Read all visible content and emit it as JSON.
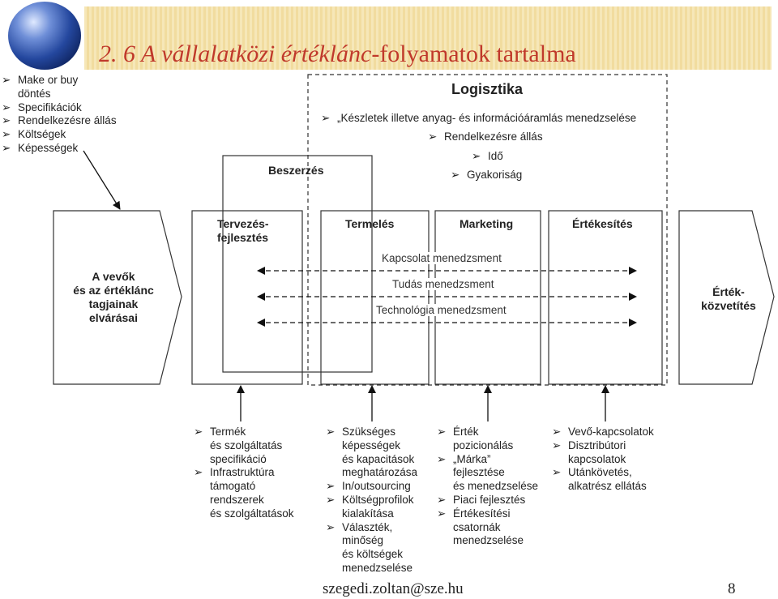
{
  "header": {
    "title_prefix": "2. 6 A vállalatközi értéklánc",
    "title_suffix": "-folyamatok tartalma"
  },
  "make_or_buy": {
    "items": [
      "Make or buy",
      "döntés",
      "Specifikációk",
      "Rendelkezésre állás",
      "Költségek",
      "Képességek"
    ]
  },
  "logistics": {
    "title": "Logisztika",
    "items": [
      "„Készletek illetve anyag- és információáramlás menedzselése",
      "Rendelkezésre állás",
      "Idő",
      "Gyakoriság"
    ]
  },
  "procurement_label": "Beszerzés",
  "customer_box": [
    "A vevők",
    "és az értéklánc",
    "tagjainak",
    "elvárásai"
  ],
  "value_box": [
    "Érték-",
    "közvetítés"
  ],
  "columns": {
    "design": [
      "Tervezés-",
      "fejlesztés"
    ],
    "production": "Termelés",
    "marketing": "Marketing",
    "sales": "Értékesítés"
  },
  "management": [
    "Kapcsolat menedzsment",
    "Tudás menedzsment",
    "Technológia menedzsment"
  ],
  "bottom": {
    "col1": [
      {
        "t": "Termék",
        "b": true
      },
      {
        "t": "és szolgáltatás",
        "b": false
      },
      {
        "t": "specifikáció",
        "b": false
      },
      {
        "t": "Infrastruktúra",
        "b": true
      },
      {
        "t": "támogató",
        "b": false
      },
      {
        "t": "rendszerek",
        "b": false
      },
      {
        "t": "és szolgáltatások",
        "b": false
      }
    ],
    "col2": [
      {
        "t": "Szükséges",
        "b": true
      },
      {
        "t": "képességek",
        "b": false
      },
      {
        "t": "és kapacitások",
        "b": false
      },
      {
        "t": "meghatározása",
        "b": false
      },
      {
        "t": "In/outsourcing",
        "b": true
      },
      {
        "t": "Költségprofilok",
        "b": true
      },
      {
        "t": "kialakítása",
        "b": false
      },
      {
        "t": "Választék,",
        "b": true
      },
      {
        "t": "minőség",
        "b": false
      },
      {
        "t": "és költségek",
        "b": false
      },
      {
        "t": "menedzselése",
        "b": false
      }
    ],
    "col3": [
      {
        "t": "Érték",
        "b": true
      },
      {
        "t": "pozicionálás",
        "b": false
      },
      {
        "t": "„Márka”",
        "b": true
      },
      {
        "t": "fejlesztése",
        "b": false
      },
      {
        "t": "és menedzselése",
        "b": false
      },
      {
        "t": "Piaci fejlesztés",
        "b": true
      },
      {
        "t": "Értékesítési",
        "b": true
      },
      {
        "t": "csatornák",
        "b": false
      },
      {
        "t": "menedzselése",
        "b": false
      }
    ],
    "col4": [
      {
        "t": "Vevő-kapcsolatok",
        "b": true
      },
      {
        "t": "Disztribútori",
        "b": true
      },
      {
        "t": "kapcsolatok",
        "b": false
      },
      {
        "t": "Utánkövetés,",
        "b": true
      },
      {
        "t": "alkatrész ellátás",
        "b": false
      }
    ]
  },
  "footer": {
    "email": "szegedi.zoltan@sze.hu",
    "page": "8"
  },
  "colors": {
    "title": "#c0392b",
    "banner": "#f3e1aa",
    "globe": "#2a4aa0"
  }
}
